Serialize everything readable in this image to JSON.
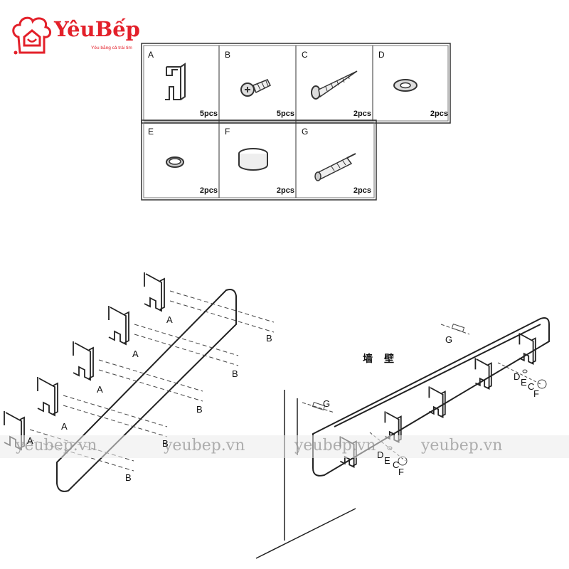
{
  "logo": {
    "brand": "YêuBếp",
    "tagline": "Yêu bằng cả trái tim",
    "color": "#e3202a"
  },
  "parts": [
    {
      "letter": "A",
      "qty": "5pcs",
      "icon": "hook"
    },
    {
      "letter": "B",
      "qty": "5pcs",
      "icon": "short-screw"
    },
    {
      "letter": "C",
      "qty": "2pcs",
      "icon": "wood-screw"
    },
    {
      "letter": "D",
      "qty": "2pcs",
      "icon": "flat-washer"
    },
    {
      "letter": "E",
      "qty": "2pcs",
      "icon": "ring-washer"
    },
    {
      "letter": "F",
      "qty": "2pcs",
      "icon": "cap-ring"
    },
    {
      "letter": "G",
      "qty": "2pcs",
      "icon": "wall-anchor"
    }
  ],
  "left_diagram": {
    "hook_label": "A",
    "screw_label": "B"
  },
  "right_diagram": {
    "wall_text": "墙壁",
    "anchor_label": "G",
    "labels": [
      "D",
      "E",
      "C",
      "F"
    ]
  },
  "watermark": [
    "yeubep.vn",
    "yeubep.vn",
    "yeubep.vn",
    "yeubep.vn"
  ]
}
